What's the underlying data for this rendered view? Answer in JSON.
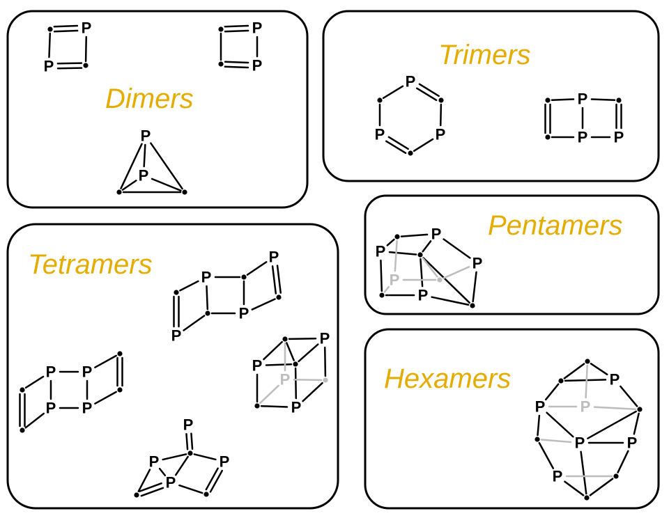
{
  "colors": {
    "title": "#e5ac00",
    "line": "#000000",
    "back": "#bdbdbd"
  },
  "panels": {
    "dimers": {
      "title": "Dimers"
    },
    "trimers": {
      "title": "Trimers"
    },
    "tetramers": {
      "title": "Tetramers"
    },
    "pentamers": {
      "title": "Pentamers"
    },
    "hexamers": {
      "title": "Hexamers"
    }
  },
  "atom_label": "P"
}
